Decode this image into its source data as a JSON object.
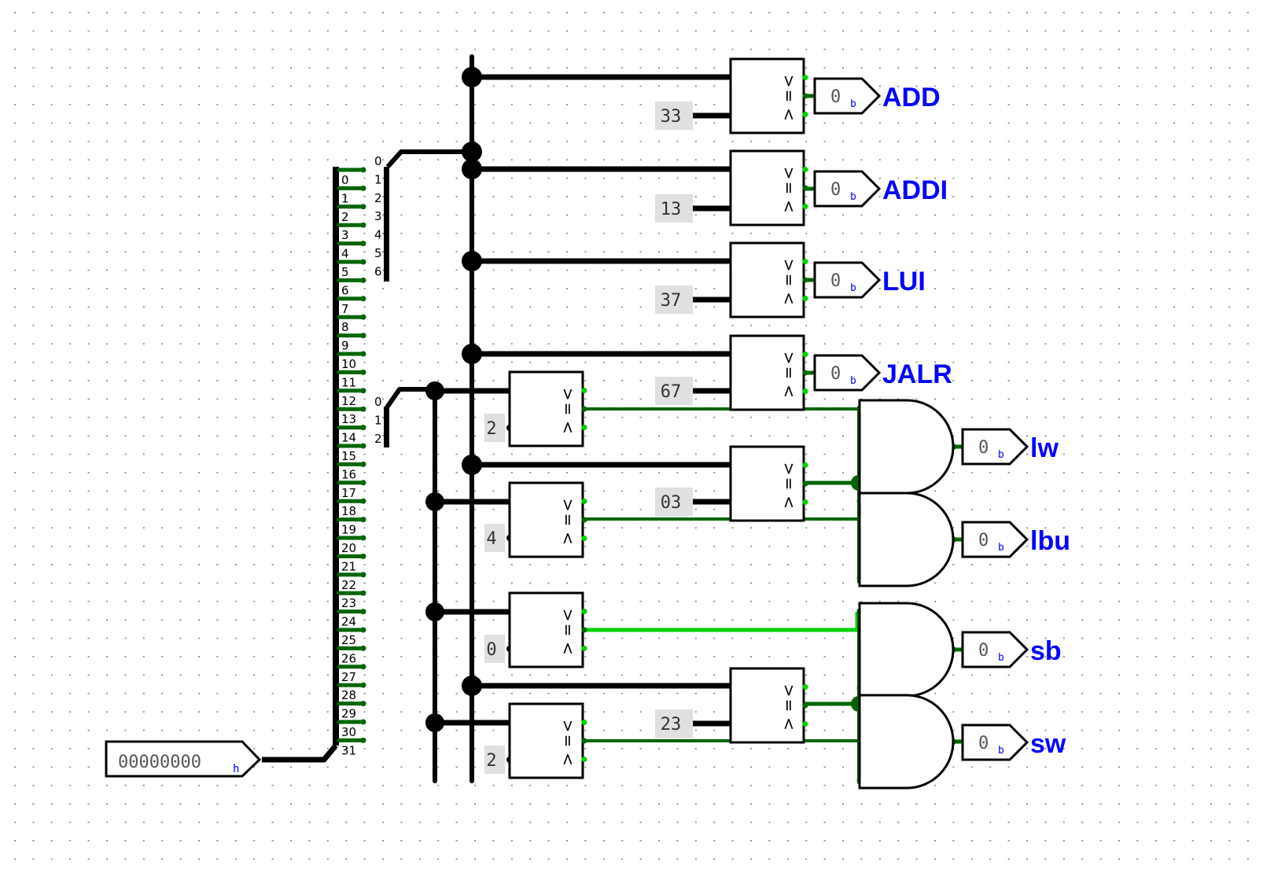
{
  "colors": {
    "wire": "#000000",
    "wire_low": "#006400",
    "wire_high": "#00d000",
    "label": "#0000ff",
    "constant_bg": "#e0e0e0",
    "grid_dot": "#9a9a9a"
  },
  "input_pin": {
    "value": "00000000",
    "radix": "h"
  },
  "splitter_main": {
    "bits": [
      "0",
      "1",
      "2",
      "3",
      "4",
      "5",
      "6",
      "7",
      "8",
      "9",
      "10",
      "11",
      "12",
      "13",
      "14",
      "15",
      "16",
      "17",
      "18",
      "19",
      "20",
      "21",
      "22",
      "23",
      "24",
      "25",
      "26",
      "27",
      "28",
      "29",
      "30",
      "31"
    ]
  },
  "splitter_opcode": {
    "bits": [
      "0",
      "1",
      "2",
      "3",
      "4",
      "5",
      "6"
    ]
  },
  "splitter_funct3": {
    "bits": [
      "0",
      "1",
      "2"
    ]
  },
  "opcode_constants": [
    "33",
    "13",
    "37",
    "67",
    "03",
    "23"
  ],
  "funct3_constants": [
    "2",
    "4",
    "0",
    "2"
  ],
  "comparator_symbols": [
    ">",
    "=",
    "<"
  ],
  "outputs": [
    {
      "label": "ADD",
      "value": "0",
      "radix": "b"
    },
    {
      "label": "ADDI",
      "value": "0",
      "radix": "b"
    },
    {
      "label": "LUI",
      "value": "0",
      "radix": "b"
    },
    {
      "label": "JALR",
      "value": "0",
      "radix": "b"
    },
    {
      "label": "lw",
      "value": "0",
      "radix": "b"
    },
    {
      "label": "lbu",
      "value": "0",
      "radix": "b"
    },
    {
      "label": "sb",
      "value": "0",
      "radix": "b"
    },
    {
      "label": "sw",
      "value": "0",
      "radix": "b"
    }
  ]
}
